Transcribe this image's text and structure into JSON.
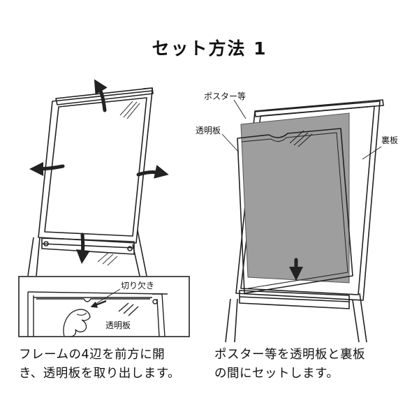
{
  "title": "セット方法 1",
  "left_panel": {
    "inset_labels": {
      "notch": "切り欠き",
      "clear_panel": "透明板"
    },
    "caption_line1": "フレームの4辺を前方に開",
    "caption_line2": "き、透明板を取り出します。"
  },
  "right_panel": {
    "labels": {
      "poster": "ポスター等",
      "clear_panel": "透明板",
      "back_board": "裏板"
    },
    "caption_line1": "ポスター等を透明板と裏板",
    "caption_line2": "の間にセットします。"
  },
  "colors": {
    "line": "#222222",
    "poster_fill": "#9e9e9e",
    "background": "#ffffff"
  }
}
